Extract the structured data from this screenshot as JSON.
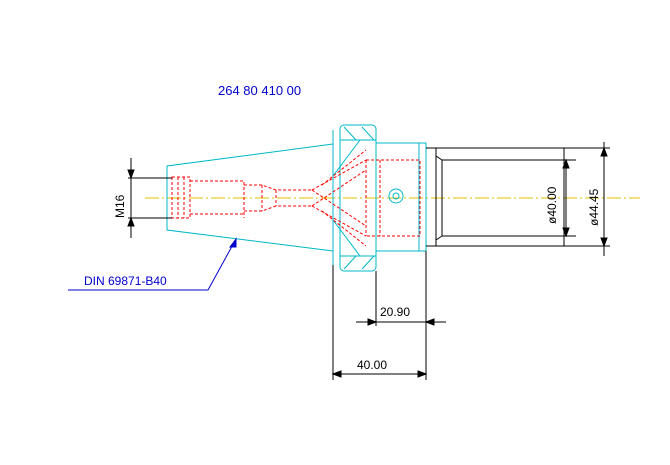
{
  "drawing": {
    "part_number": "264 80 410 00",
    "standard_label": "DIN 69871-B40",
    "dimensions": {
      "thread": "M16",
      "length_total": "40.00",
      "length_flange": "20.90",
      "diameter_bore": "ø40.00",
      "diameter_outer": "ø44.45"
    }
  },
  "colors": {
    "outline": "#00b8c8",
    "hidden": "#ff0000",
    "center": "#e0c000",
    "dimension": "#000000",
    "label": "#0000cc"
  }
}
